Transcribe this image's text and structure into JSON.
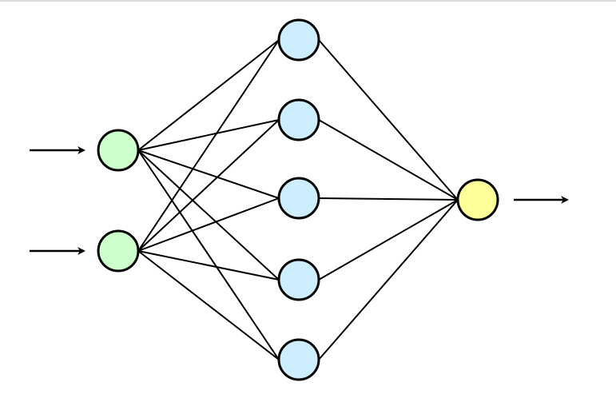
{
  "diagram": {
    "type": "neural-network",
    "layers": [
      {
        "role": "input",
        "count": 2,
        "color": "#ccffcc"
      },
      {
        "role": "hidden",
        "count": 5,
        "color": "#cceeff"
      },
      {
        "role": "output",
        "count": 1,
        "color": "#ffff99"
      }
    ],
    "connections": "fully-connected",
    "stroke_color": "#000000",
    "input_arrows": 2,
    "output_arrows": 1
  }
}
